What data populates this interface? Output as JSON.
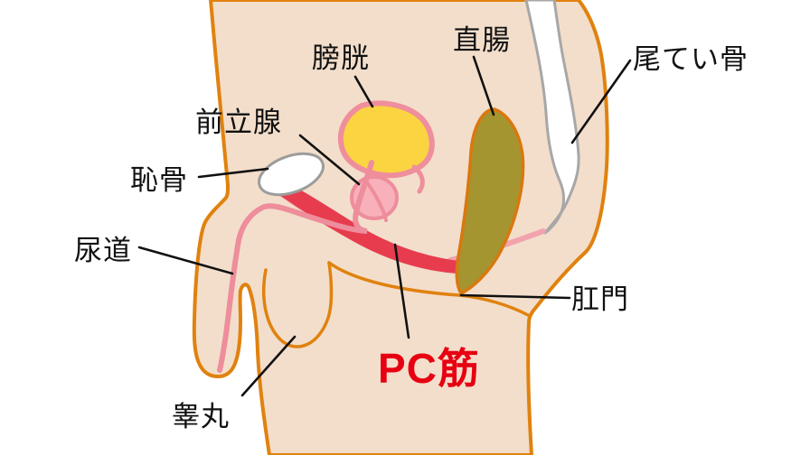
{
  "figure": {
    "description_labels": {
      "bladder": "膀胱",
      "rectum": "直腸",
      "tailbone": "尾てい骨",
      "prostate": "前立腺",
      "pubic_bone": "恥骨",
      "urethra": "尿道",
      "anus": "肛門",
      "testicle": "睾丸",
      "pc_muscle": "PC筋"
    },
    "colors": {
      "background": "#ffffff",
      "skin": "#f3decb",
      "body_outline": "#e0820f",
      "crease_line": "#e0820f",
      "bladder_fill": "#fad441",
      "bladder_stroke": "#ef8e9c",
      "prostate_fill": "#f8b1bb",
      "prostate_stroke": "#ee8d9b",
      "urethra": "#ee8d9b",
      "pc_muscle_red": "#e73c4e",
      "pc_muscle_pink": "#f2a3ae",
      "rectum_fill": "#a59531",
      "rectum_stroke": "#d9780f",
      "pubic_bone_fill": "#ffffff",
      "pubic_bone_stroke": "#9c9c9c",
      "tailbone_fill": "#ffffff",
      "tailbone_stroke": "#a7a7a7",
      "label_text": "#111111",
      "pc_label": "#e60012",
      "leader_line": "#111111"
    }
  }
}
